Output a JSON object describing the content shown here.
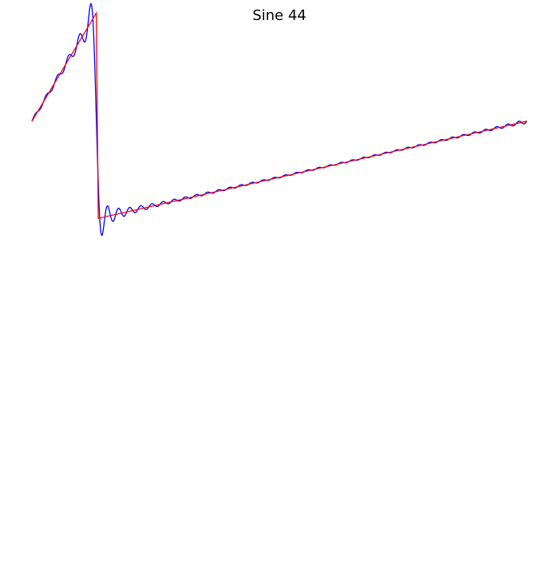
{
  "chart_data": {
    "type": "line",
    "title": "Sine 44",
    "xlabel": "",
    "ylabel": "",
    "axes_visible": false,
    "grid": false,
    "legend": "none",
    "xlim": [
      0,
      1
    ],
    "ylim": [
      -1.8,
      0.65
    ],
    "discontinuity_x": 0.13,
    "series": [
      {
        "role": "fourier-approximation",
        "color": "#0000ff",
        "harmonics": 44,
        "samples": 1200
      },
      {
        "role": "target-sawtooth",
        "color": "#ff0000",
        "x": [
          0,
          0.13,
          0.13,
          1
        ],
        "y": [
          0.13,
          0.62,
          -0.31,
          0.13
        ]
      }
    ]
  }
}
